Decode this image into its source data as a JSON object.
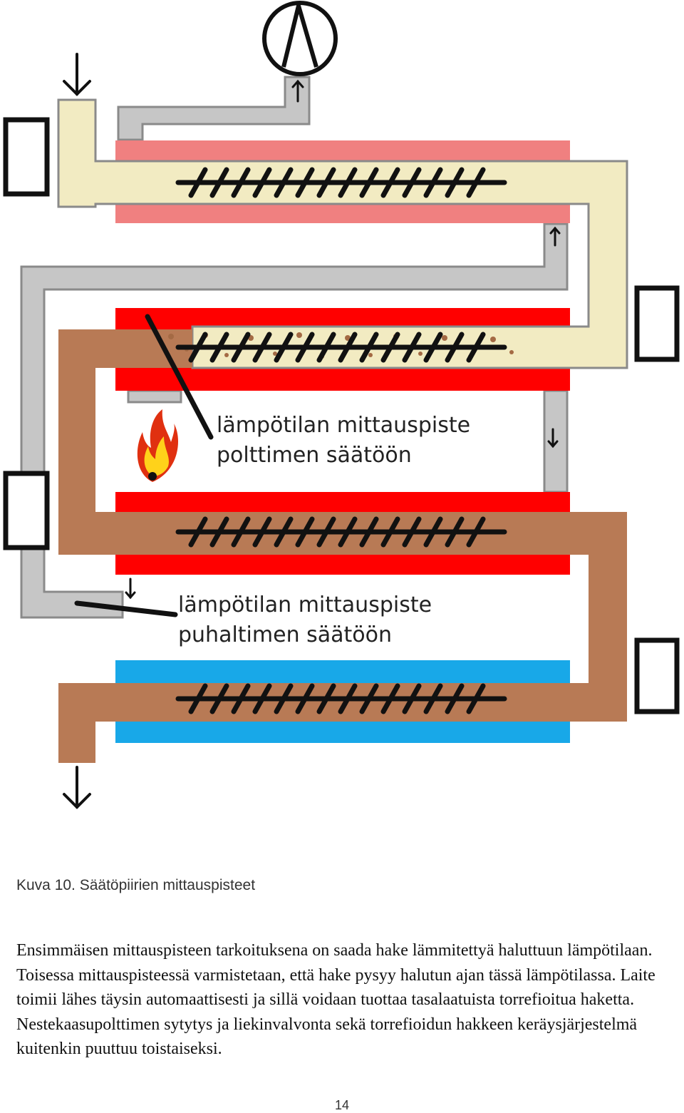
{
  "diagram": {
    "label_burner_line1": "lämpötilan mittauspiste",
    "label_burner_line2": "polttimen säätöön",
    "label_fan_line1": "lämpötilan mittauspiste",
    "label_fan_line2": "puhaltimen säätöön",
    "colors": {
      "hot_jacket": "#ff0000",
      "warm_jacket": "#f08080",
      "cold_jacket": "#18a8e8",
      "raw_chips": "#f2ebc2",
      "torrefied_chips": "#b87a55",
      "gas_duct": "#c6c6c6"
    }
  },
  "caption": "Kuva 10. Säätöpiirien mittauspisteet",
  "paragraph": "Ensimmäisen mittauspisteen tarkoituksena on saada hake lämmitettyä haluttuun lämpötilaan. Toisessa mittauspisteessä varmistetaan, että hake pysyy halutun ajan tässä lämpötilassa. Laite toimii lähes täysin automaattisesti ja sillä voidaan tuottaa tasalaatuista torrefioitua haketta. Nestekaasupolttimen sytytys ja liekinvalvonta sekä torrefioidun hakkeen keräysjärjestelmä kuitenkin puuttuu toistaiseksi.",
  "page_number": "14"
}
